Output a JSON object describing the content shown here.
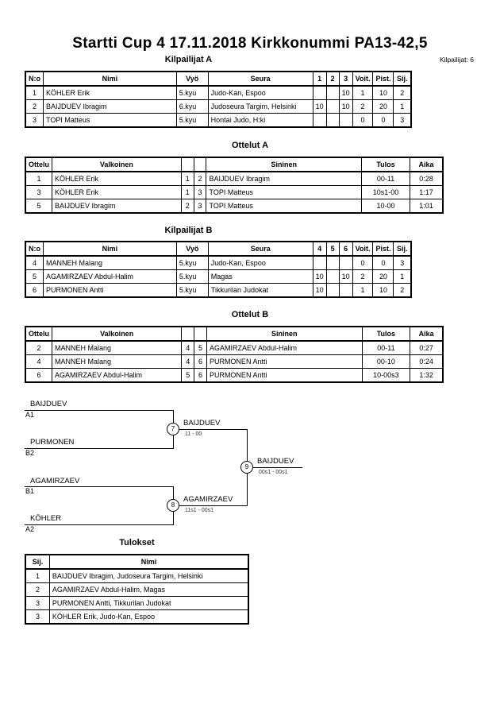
{
  "title": "Startti Cup 4  17.11.2018  Kirkkonummi   PA13-42,5",
  "participant_count": "Kilpailijat: 6",
  "pool_a": {
    "heading": "Kilpailijat A",
    "headers": [
      "N:o",
      "Nimi",
      "Vyö",
      "Seura",
      "1",
      "2",
      "3",
      "Voit.",
      "Pist.",
      "Sij."
    ],
    "rows": [
      {
        "no": "1",
        "name": "KÖHLER Erik",
        "belt": "5.kyu",
        "club": "Judo-Kan, Espoo",
        "s1": "",
        "s2": "",
        "s3": "10",
        "wins": "1",
        "pts": "10",
        "rank": "2"
      },
      {
        "no": "2",
        "name": "BAIJDUEV Ibragim",
        "belt": "6.kyu",
        "club": "Judoseura Targim, Helsinki",
        "s1": "10",
        "s2": "",
        "s3": "10",
        "wins": "2",
        "pts": "20",
        "rank": "1"
      },
      {
        "no": "3",
        "name": "TOPI Matteus",
        "belt": "5.kyu",
        "club": "Hontai Judo, H:ki",
        "s1": "",
        "s2": "",
        "s3": "",
        "wins": "0",
        "pts": "0",
        "rank": "3"
      }
    ]
  },
  "matches_a": {
    "heading": "Ottelut A",
    "headers": [
      "Ottelu",
      "Valkoinen",
      "",
      "",
      "Sininen",
      "Tulos",
      "Aika"
    ],
    "rows": [
      {
        "n": "1",
        "white": "KÖHLER Erik",
        "wn": "1",
        "bn": "2",
        "blue": "BAIJDUEV Ibragim",
        "result": "00-11",
        "time": "0:28"
      },
      {
        "n": "3",
        "white": "KÖHLER Erik",
        "wn": "1",
        "bn": "3",
        "blue": "TOPI Matteus",
        "result": "10s1-00",
        "time": "1:17"
      },
      {
        "n": "5",
        "white": "BAIJDUEV Ibragim",
        "wn": "2",
        "bn": "3",
        "blue": "TOPI Matteus",
        "result": "10-00",
        "time": "1:01"
      }
    ]
  },
  "pool_b": {
    "heading": "Kilpailijat B",
    "headers": [
      "N:o",
      "Nimi",
      "Vyö",
      "Seura",
      "4",
      "5",
      "6",
      "Voit.",
      "Pist.",
      "Sij."
    ],
    "rows": [
      {
        "no": "4",
        "name": "MANNEH Malang",
        "belt": "5.kyu",
        "club": "Judo-Kan, Espoo",
        "s1": "",
        "s2": "",
        "s3": "",
        "wins": "0",
        "pts": "0",
        "rank": "3"
      },
      {
        "no": "5",
        "name": "AGAMIRZAEV Abdul-Halim",
        "belt": "5.kyu",
        "club": "Magas",
        "s1": "10",
        "s2": "",
        "s3": "10",
        "wins": "2",
        "pts": "20",
        "rank": "1"
      },
      {
        "no": "6",
        "name": "PURMONEN Antti",
        "belt": "5.kyu",
        "club": "Tikkurilan Judokat",
        "s1": "10",
        "s2": "",
        "s3": "",
        "wins": "1",
        "pts": "10",
        "rank": "2"
      }
    ]
  },
  "matches_b": {
    "heading": "Ottelut B",
    "headers": [
      "Ottelu",
      "Valkoinen",
      "",
      "",
      "Sininen",
      "Tulos",
      "Aika"
    ],
    "rows": [
      {
        "n": "2",
        "white": "MANNEH Malang",
        "wn": "4",
        "bn": "5",
        "blue": "AGAMIRZAEV Abdul-Halim",
        "result": "00-11",
        "time": "0:27"
      },
      {
        "n": "4",
        "white": "MANNEH Malang",
        "wn": "4",
        "bn": "6",
        "blue": "PURMONEN Antti",
        "result": "00-10",
        "time": "0:24"
      },
      {
        "n": "6",
        "white": "AGAMIRZAEV Abdul-Halim",
        "wn": "5",
        "bn": "6",
        "blue": "PURMONEN Antti",
        "result": "10-00s3",
        "time": "1:32"
      }
    ]
  },
  "bracket": {
    "semi1_top_name": "BAIJDUEV",
    "semi1_top_slot": "A1",
    "semi1_bottom_name": "PURMONEN",
    "semi1_bottom_slot": "B2",
    "semi1_match": "7",
    "semi1_winner": "BAIJDUEV",
    "semi1_score": "11 - 00",
    "semi2_top_name": "AGAMIRZAEV",
    "semi2_top_slot": "B1",
    "semi2_bottom_name": "KÖHLER",
    "semi2_bottom_slot": "A2",
    "semi2_match": "8",
    "semi2_winner": "AGAMIRZAEV",
    "semi2_score": "11s1 - 00s1",
    "final_match": "9",
    "final_winner": "BAIJDUEV",
    "final_score": "00s1 - 00s1"
  },
  "results": {
    "heading": "Tulokset",
    "headers": [
      "Sij.",
      "Nimi"
    ],
    "rows": [
      {
        "rank": "1",
        "name": "BAIJDUEV Ibragim, Judoseura Targim, Helsinki"
      },
      {
        "rank": "2",
        "name": "AGAMIRZAEV Abdul-Halim, Magas"
      },
      {
        "rank": "3",
        "name": "PURMONEN Antti, Tikkurilan Judokat"
      },
      {
        "rank": "3",
        "name": "KÖHLER Erik, Judo-Kan, Espoo"
      }
    ]
  }
}
